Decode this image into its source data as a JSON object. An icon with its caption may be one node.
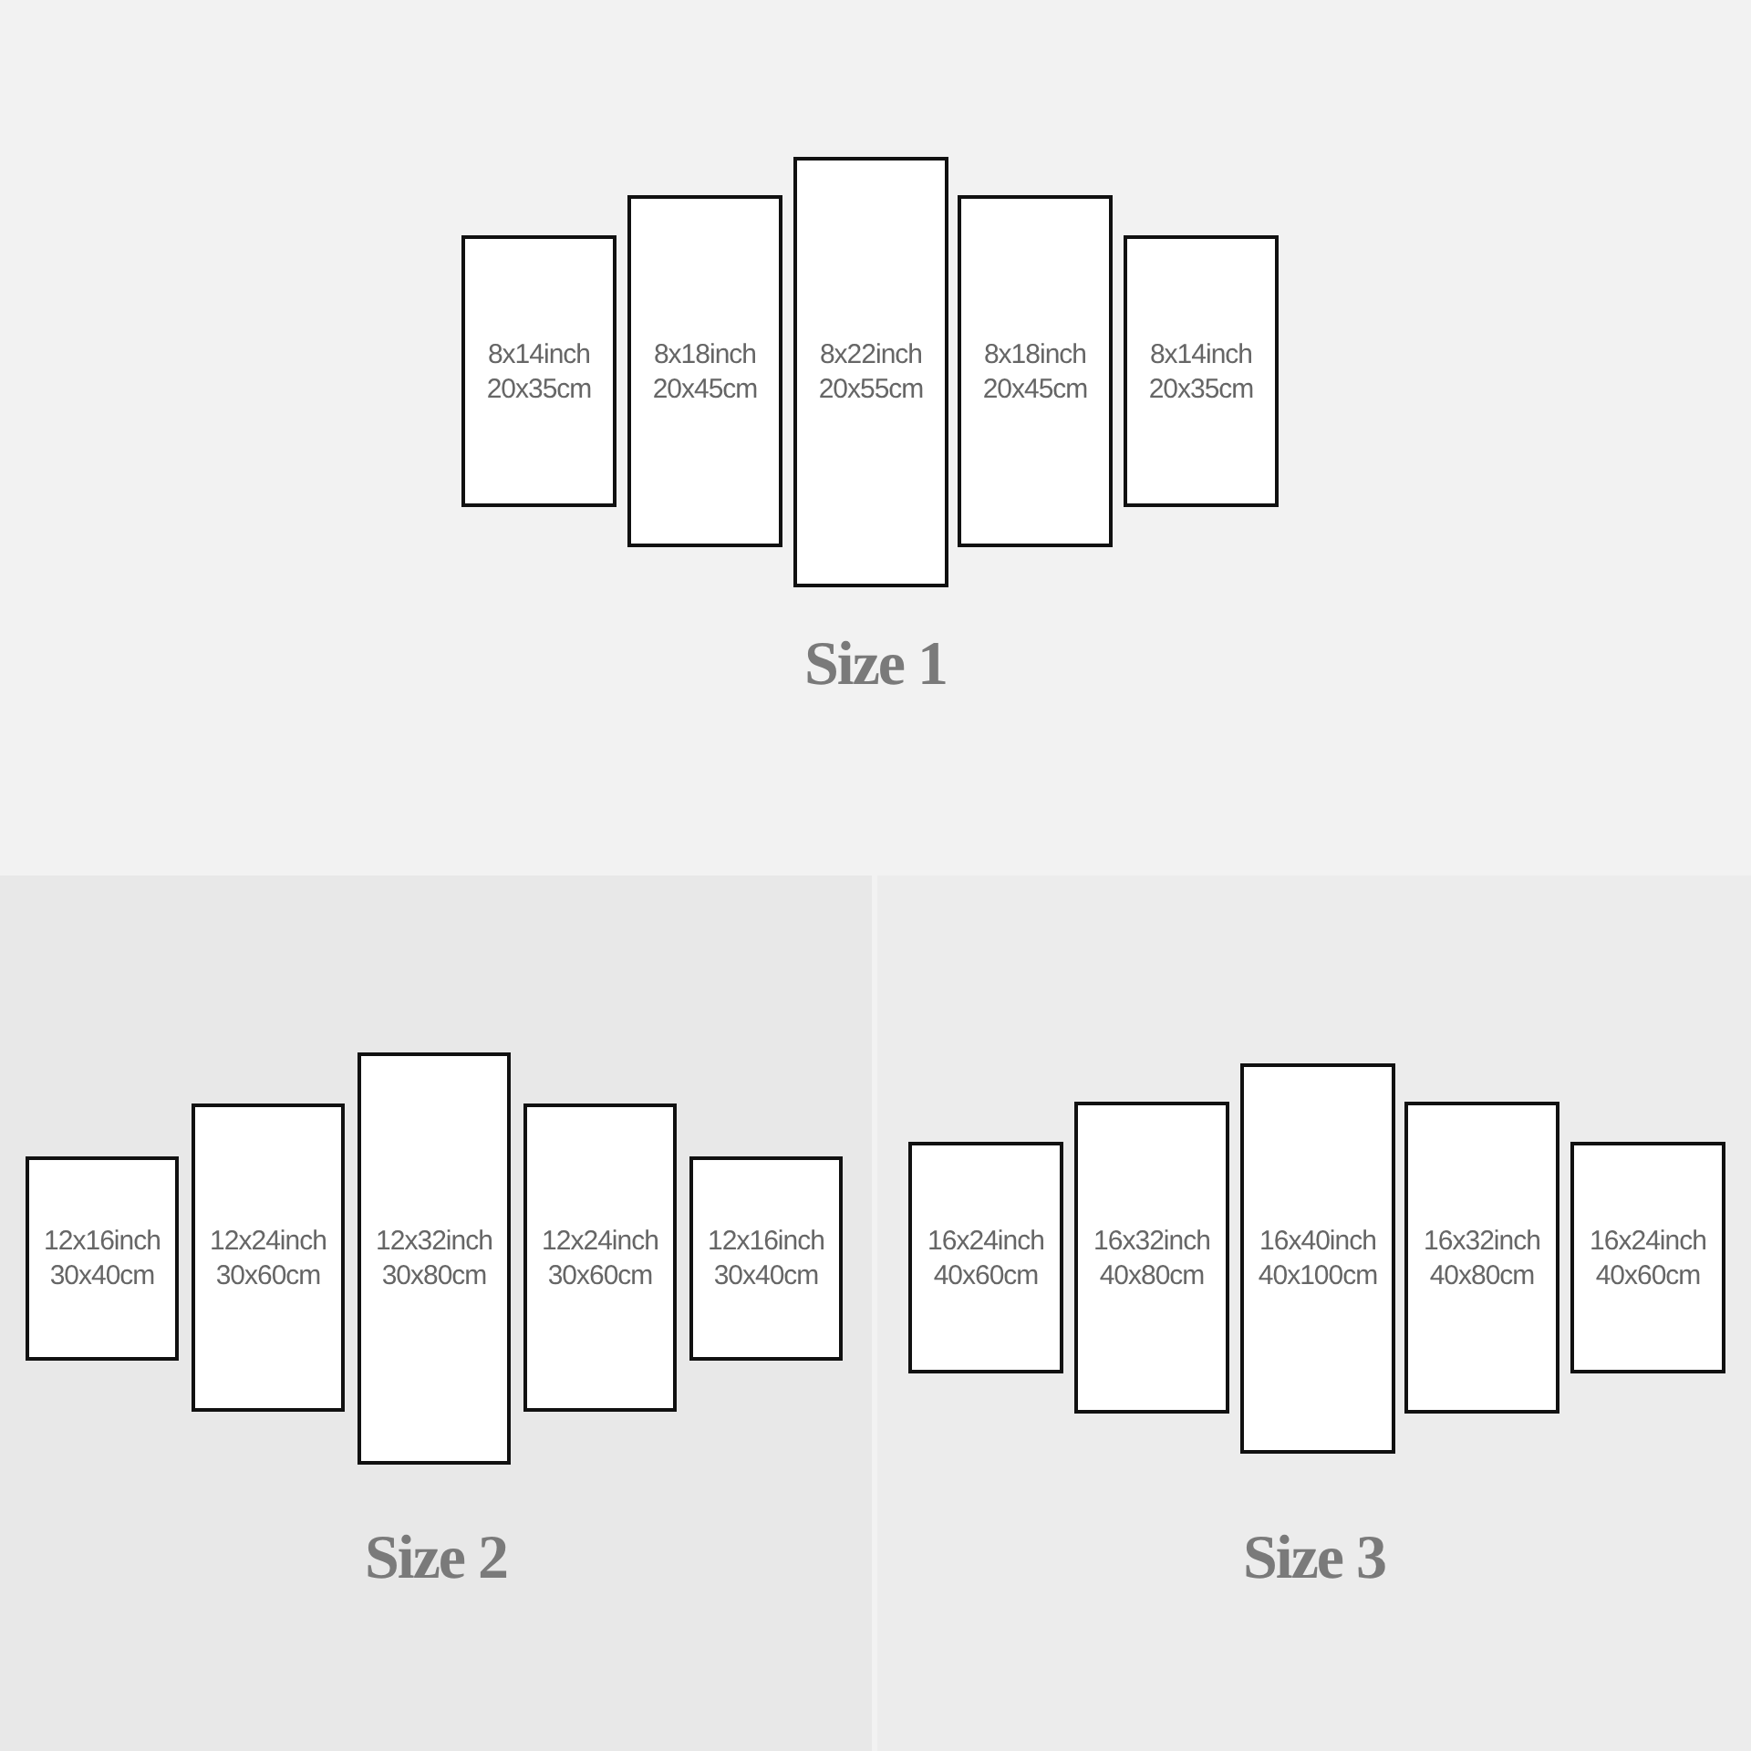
{
  "diagram": {
    "nodes": [
      {
        "text": [
          "Size 1"
        ]
      },
      {
        "text": [
          "8x14inch",
          "20x35cm"
        ],
        "in": 0
      },
      {
        "text": [
          "8x18inch",
          "20x45cm"
        ],
        "in": 0
      },
      {
        "text": [
          "8x22inch",
          "20x55cm"
        ],
        "in": 0
      },
      {
        "text": [
          "8x18inch",
          "20x45cm"
        ],
        "in": 0
      },
      {
        "text": [
          "8x14inch",
          "20x35cm"
        ],
        "in": 0
      },
      {
        "text": [
          "Size 2"
        ]
      },
      {
        "text": [
          "12x16inch",
          "30x40cm"
        ],
        "in": 6
      },
      {
        "text": [
          "12x24inch",
          "30x60cm"
        ],
        "in": 6
      },
      {
        "text": [
          "12x32inch",
          "30x80cm"
        ],
        "in": 6
      },
      {
        "text": [
          "12x24inch",
          "30x60cm"
        ],
        "in": 6
      },
      {
        "text": [
          "12x16inch",
          "30x40cm"
        ],
        "in": 6
      },
      {
        "text": [
          "Size 3"
        ]
      },
      {
        "text": [
          "16x24inch",
          "40x60cm"
        ],
        "in": 12
      },
      {
        "text": [
          "16x32inch",
          "40x80cm"
        ],
        "in": 12
      },
      {
        "text": [
          "16x40inch",
          "40x100cm"
        ],
        "in": 12
      },
      {
        "text": [
          "16x32inch",
          "40x80cm"
        ],
        "in": 12
      },
      {
        "text": [
          "16x24inch",
          "40x60cm"
        ],
        "in": 12
      }
    ]
  }
}
